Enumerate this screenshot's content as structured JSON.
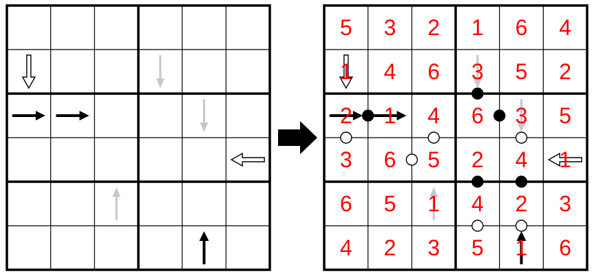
{
  "puzzle": {
    "size": 6,
    "box_rows": 2,
    "box_cols": 3,
    "arrows": [
      {
        "row": 1,
        "col": 0,
        "dir": "down",
        "style": "outline"
      },
      {
        "row": 1,
        "col": 3,
        "dir": "down",
        "style": "gray"
      },
      {
        "row": 2,
        "col": 0,
        "dir": "right",
        "style": "black"
      },
      {
        "row": 2,
        "col": 1,
        "dir": "right",
        "style": "black"
      },
      {
        "row": 2,
        "col": 4,
        "dir": "down",
        "style": "gray"
      },
      {
        "row": 3,
        "col": 5,
        "dir": "left",
        "style": "outline"
      },
      {
        "row": 4,
        "col": 2,
        "dir": "up",
        "style": "gray"
      },
      {
        "row": 5,
        "col": 4,
        "dir": "up",
        "style": "black"
      }
    ]
  },
  "solution": {
    "grid": [
      [
        "5",
        "3",
        "2",
        "1",
        "6",
        "4"
      ],
      [
        "1",
        "4",
        "6",
        "3",
        "5",
        "2"
      ],
      [
        "2",
        "1",
        "4",
        "6",
        "3",
        "5"
      ],
      [
        "3",
        "6",
        "5",
        "2",
        "4",
        "1"
      ],
      [
        "6",
        "5",
        "1",
        "4",
        "2",
        "3"
      ],
      [
        "4",
        "2",
        "3",
        "5",
        "1",
        "6"
      ]
    ],
    "dots": [
      {
        "kind": "black",
        "between": [
          [
            1,
            3
          ],
          [
            2,
            3
          ]
        ]
      },
      {
        "kind": "black",
        "between": [
          [
            2,
            0
          ],
          [
            2,
            1
          ]
        ]
      },
      {
        "kind": "black",
        "between": [
          [
            2,
            3
          ],
          [
            2,
            4
          ]
        ]
      },
      {
        "kind": "white",
        "between": [
          [
            2,
            0
          ],
          [
            3,
            0
          ]
        ]
      },
      {
        "kind": "white",
        "between": [
          [
            2,
            2
          ],
          [
            3,
            2
          ]
        ]
      },
      {
        "kind": "white",
        "between": [
          [
            2,
            4
          ],
          [
            3,
            4
          ]
        ]
      },
      {
        "kind": "white",
        "between": [
          [
            3,
            1
          ],
          [
            3,
            2
          ]
        ]
      },
      {
        "kind": "black",
        "between": [
          [
            3,
            3
          ],
          [
            4,
            3
          ]
        ]
      },
      {
        "kind": "black",
        "between": [
          [
            3,
            4
          ],
          [
            4,
            4
          ]
        ]
      },
      {
        "kind": "white",
        "between": [
          [
            4,
            3
          ],
          [
            5,
            3
          ]
        ]
      },
      {
        "kind": "white",
        "between": [
          [
            4,
            4
          ],
          [
            5,
            4
          ]
        ]
      }
    ]
  },
  "colors": {
    "digit": "#ff0000",
    "arrow_black": "#000000",
    "arrow_gray": "#c8c8c8",
    "outline_fill": "#ffffff",
    "grid_line": "#000000"
  },
  "transition_icon": "right-arrow-icon"
}
